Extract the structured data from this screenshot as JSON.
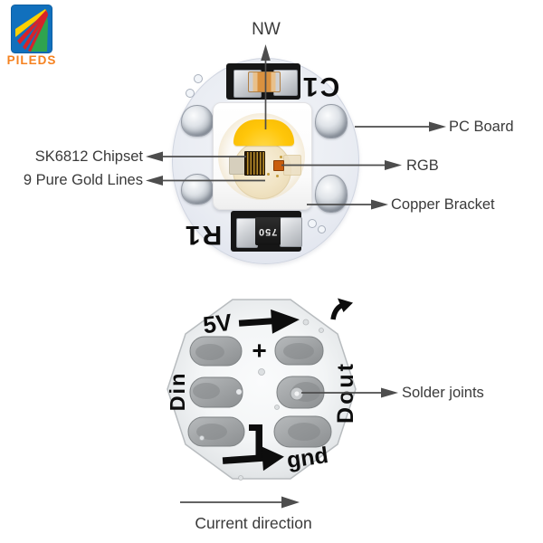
{
  "logo": {
    "text": "PILEDS"
  },
  "front_view": {
    "silkscreen": {
      "c1": "C1",
      "r1": "R1",
      "resistor_value": "750"
    },
    "labels": {
      "nw": "NW",
      "pc_board": "PC Board",
      "rgb": "RGB",
      "copper_bracket": "Copper Bracket",
      "chipset": "SK6812 Chipset",
      "gold_lines": "9 Pure Gold Lines"
    }
  },
  "back_view": {
    "silkscreen": {
      "power": "5V",
      "plus": "+",
      "data_in": "Din",
      "data_out": "Dout",
      "ground": "gnd"
    },
    "labels": {
      "solder_joints": "Solder joints",
      "current_direction": "Current direction"
    }
  },
  "colors": {
    "logo_blue": "#1170bd",
    "logo_yellow": "#ffd100",
    "logo_red": "#d6232a",
    "logo_green": "#2fa34f",
    "logo_orange_text": "#f58220",
    "led_yellow": "#ffc60a",
    "capacitor_orange": "#d9913f",
    "board_front": "#e9ecf2",
    "board_back": "#f3f5f6",
    "silkscreen_black": "#0d0d0d",
    "annotation_gray": "#4d4d4d",
    "label_text": "#3a3a3a"
  }
}
